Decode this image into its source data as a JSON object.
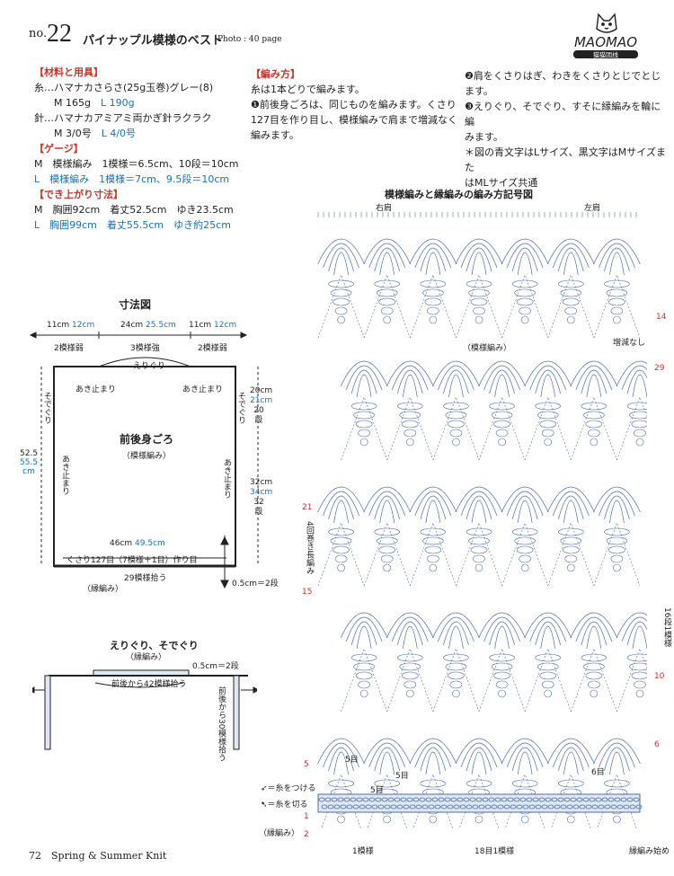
{
  "header": {
    "no_prefix": "no.",
    "number": "22",
    "title": "パイナップル模様のベスト",
    "photo": "Photo : 40 page"
  },
  "logo": {
    "text": "MAOMAO",
    "sub": "猫猫团线"
  },
  "materials": {
    "heading": "【材料と用具】",
    "yarn_label": "糸…ハマナカさらさ(25g玉巻)グレー(8)",
    "yarn_m": "M 165g",
    "yarn_l": "L 190g",
    "hook_label": "針…ハマナカアミアミ両かぎ針ラクラク",
    "hook_m": "M 3/0号",
    "hook_l": "L 4/0号"
  },
  "gauge": {
    "heading": "【ゲージ】",
    "m_line": "M　模様編み　1模様＝6.5cm、10段＝10cm",
    "l_line": "L　模様編み　1模様＝7cm、9.5段＝10cm"
  },
  "finished": {
    "heading": "【でき上がり寸法】",
    "m_line": "M　胸囲92cm　着丈52.5cm　ゆき23.5cm",
    "l_line": "L　胸囲99cm　着丈55.5cm　ゆき約25cm"
  },
  "method": {
    "heading": "【編み方】",
    "intro": "糸は1本どりで編みます。",
    "step1_a": "❶前後身ごろは、同じものを編みます。くさり",
    "step1_b": "127目を作り目し、模様編みで肩まで増減なく",
    "step1_c": "編みます。",
    "step2_a": "❷肩をくさりはぎ、わきをくさりとじでとじます。",
    "step3_a": "❸えりぐり、そでぐり、すそに縁編みを輪に編",
    "step3_b": "みます。",
    "note_a": "＊図の青文字はLサイズ、黒文字はMサイズまた",
    "note_b": "はMLサイズ共通"
  },
  "schematic": {
    "title": "寸法図",
    "top_left": "11cm",
    "top_left_l": "12cm",
    "top_left_sub": "2模様弱",
    "top_mid": "24cm",
    "top_mid_l": "25.5cm",
    "top_mid_sub": "3模様強",
    "top_right": "11cm",
    "top_right_l": "12cm",
    "top_right_sub": "2模様弱",
    "neck": "えりぐり",
    "open_left": "あき止まり",
    "open_right": "あき止まり",
    "armhole": "そでぐり",
    "body_title": "前後身ごろ",
    "body_sub": "（模様編み）",
    "side_open": "あき止まり",
    "h_total": "52.5",
    "h_total_l": "55.5",
    "h_unit": "cm",
    "h_top": "20cm",
    "h_top_l": "21cm",
    "h_top_rows": "20段",
    "h_bot": "32cm",
    "h_bot_l": "34cm",
    "h_bot_rows": "32段",
    "width": "46cm",
    "width_l": "49.5cm",
    "chain": "くさり127目（7模様＋1目）作り目",
    "pickup": "29模様拾う",
    "edging": "（縁編み）",
    "edge_h": "0.5cm＝2段"
  },
  "edging_diagram": {
    "title": "えりぐり、そでぐり",
    "sub": "（縁編み）",
    "edge_h": "0.5cm＝2段",
    "front_back": "前後から42模様拾う",
    "side_pick": "前後から30模様拾う"
  },
  "chart": {
    "title": "模様編みと縁編みの編み方記号図",
    "right_shoulder": "右肩",
    "left_shoulder": "左肩",
    "pattern_label": "（模様編み）",
    "no_change": "増減なし",
    "row_labels_right": [
      "29",
      "14",
      "10",
      "6"
    ],
    "row_labels_left": [
      "21",
      "15",
      "5"
    ],
    "repeat_side": "16段1模様",
    "four_wrap": "4回巻き長編み",
    "five_st": "5目",
    "six_st": "6目",
    "legend_join": "＝糸をつける",
    "legend_cut": "＝糸を切る",
    "edging": "（縁編み）",
    "one_pattern": "1模様",
    "eighteen": "18目1模様",
    "edge_start": "縁編み始め",
    "row1": "1",
    "row2": "2"
  },
  "footer": {
    "page": "72",
    "mag": "Spring & Summer Knit"
  }
}
